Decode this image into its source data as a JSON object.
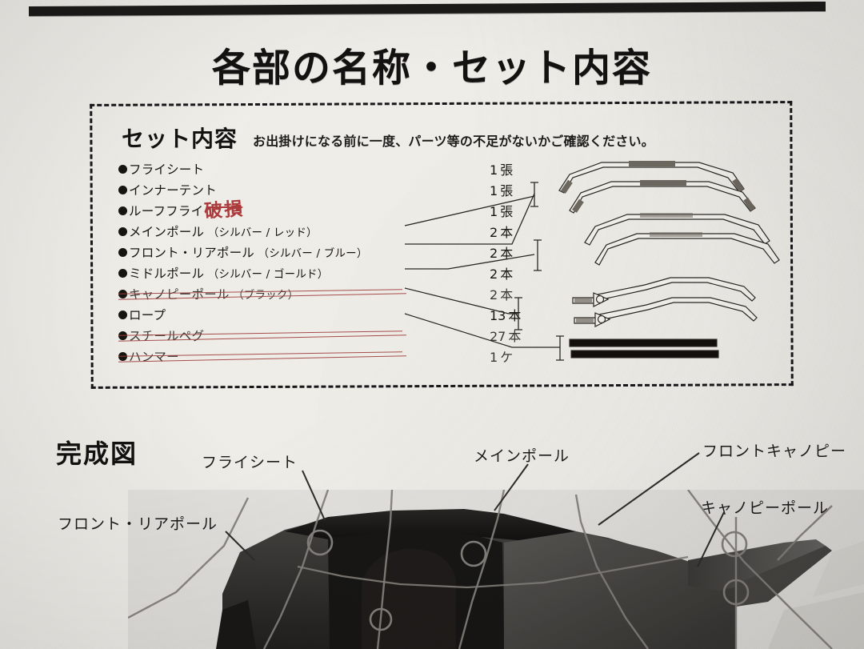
{
  "document": {
    "title": "各部の名称・セット内容"
  },
  "set_contents": {
    "heading": "セット内容",
    "note": "お出掛けになる前に一度、パーツ等の不足がないかご確認ください。",
    "annotation": {
      "text": "破損",
      "color": "#ad3b3c",
      "applies_to_item_index": 2
    },
    "items": [
      {
        "name": "フライシート",
        "detail": "",
        "qty_num": "1",
        "qty_unit": "張",
        "struck": false
      },
      {
        "name": "インナーテント",
        "detail": "",
        "qty_num": "1",
        "qty_unit": "張",
        "struck": false
      },
      {
        "name": "ルーフフライ",
        "detail": "",
        "qty_num": "1",
        "qty_unit": "張",
        "struck": false
      },
      {
        "name": "メインポール",
        "detail": "（シルバー / レッド）",
        "qty_num": "2",
        "qty_unit": "本",
        "struck": false
      },
      {
        "name": "フロント・リアポール",
        "detail": "（シルバー / ブルー）",
        "qty_num": "2",
        "qty_unit": "本",
        "struck": false
      },
      {
        "name": "ミドルポール",
        "detail": "（シルバー / ゴールド）",
        "qty_num": "2",
        "qty_unit": "本",
        "struck": false
      },
      {
        "name": "キャノピーポール",
        "detail": "（ブラック）",
        "qty_num": "2",
        "qty_unit": "本",
        "struck": true
      },
      {
        "name": "ロープ",
        "detail": "",
        "qty_num": "13",
        "qty_unit": "本",
        "struck": false
      },
      {
        "name": "スチールペグ",
        "detail": "",
        "qty_num": "27",
        "qty_unit": "本",
        "struck": true
      },
      {
        "name": "ハンマー",
        "detail": "",
        "qty_num": "1",
        "qty_unit": "ケ",
        "struck": true
      }
    ]
  },
  "completed_figure": {
    "heading": "完成図",
    "callouts": [
      {
        "key": "fly_sheet",
        "label": "フライシート"
      },
      {
        "key": "front_rear_pole",
        "label": "フロント・リアポール"
      },
      {
        "key": "main_pole",
        "label": "メインポール"
      },
      {
        "key": "front_canopy",
        "label": "フロントキャノピー"
      },
      {
        "key": "canopy_pole",
        "label": "キャノピーポール"
      }
    ]
  },
  "colors": {
    "paper": "#f1efea",
    "ink": "#17150f",
    "red_pen": "#ad3b3c",
    "rule": "#1d1b19"
  }
}
